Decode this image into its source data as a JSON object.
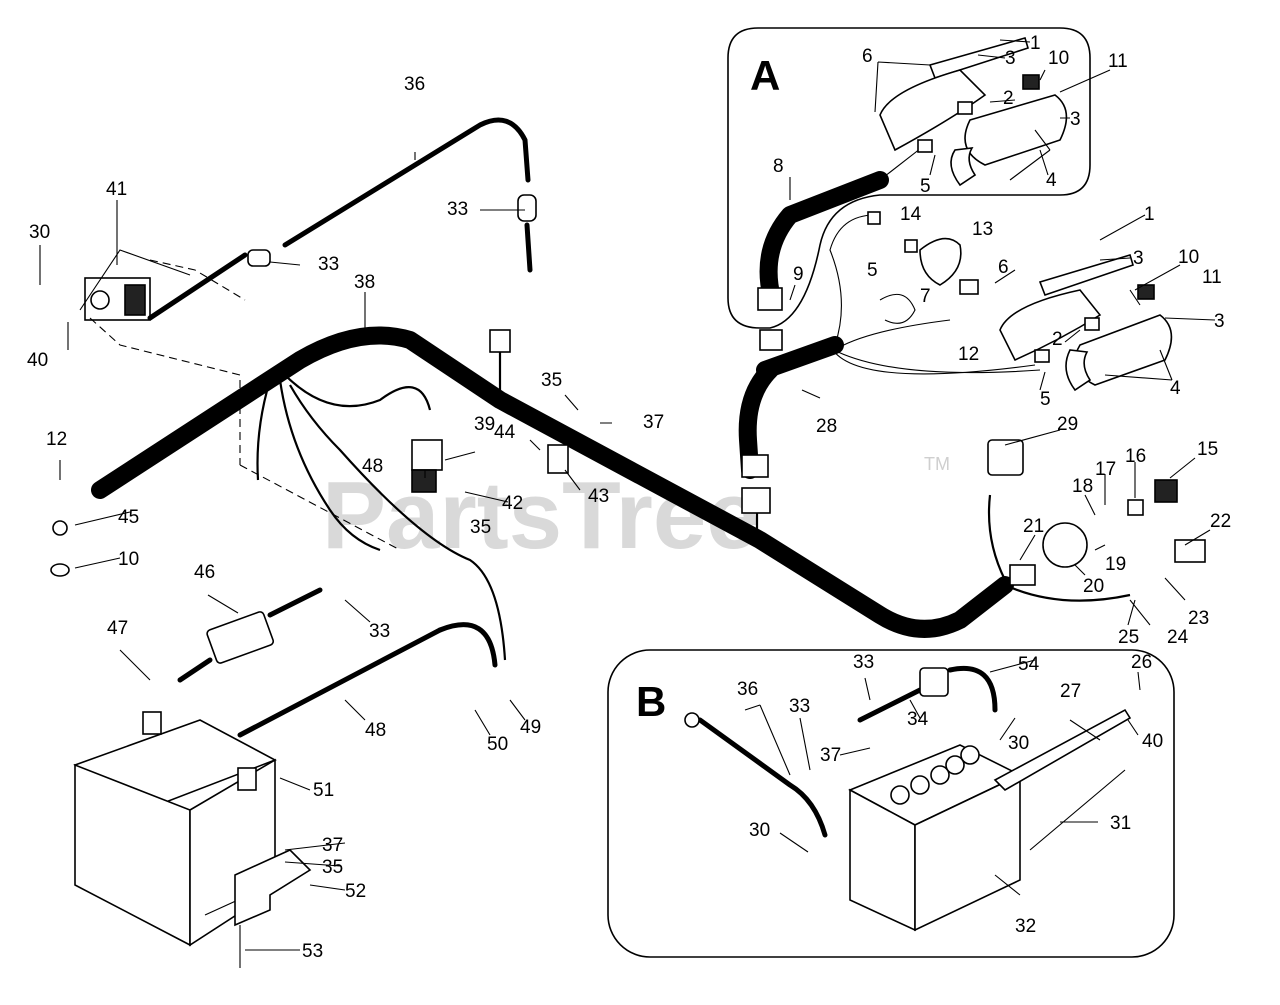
{
  "watermark": {
    "text": "PartsTree",
    "trademark": "TM"
  },
  "insets": {
    "a": {
      "letter": "A"
    },
    "b": {
      "letter": "B"
    }
  },
  "callouts": [
    {
      "id": "c01",
      "label": "1"
    },
    {
      "id": "c02",
      "label": "3"
    },
    {
      "id": "c03",
      "label": "6"
    },
    {
      "id": "c04",
      "label": "10"
    },
    {
      "id": "c05",
      "label": "11"
    },
    {
      "id": "c06",
      "label": "2"
    },
    {
      "id": "c07",
      "label": "3"
    },
    {
      "id": "c08",
      "label": "4"
    },
    {
      "id": "c09",
      "label": "5"
    },
    {
      "id": "c10",
      "label": "8"
    },
    {
      "id": "c11",
      "label": "9"
    },
    {
      "id": "c12",
      "label": "14"
    },
    {
      "id": "c13",
      "label": "13"
    },
    {
      "id": "c14",
      "label": "5"
    },
    {
      "id": "c15",
      "label": "7"
    },
    {
      "id": "c16",
      "label": "12"
    },
    {
      "id": "c17",
      "label": "1"
    },
    {
      "id": "c18",
      "label": "3"
    },
    {
      "id": "c19",
      "label": "6"
    },
    {
      "id": "c20",
      "label": "10"
    },
    {
      "id": "c21",
      "label": "11"
    },
    {
      "id": "c22",
      "label": "3"
    },
    {
      "id": "c23",
      "label": "2"
    },
    {
      "id": "c24",
      "label": "4"
    },
    {
      "id": "c25",
      "label": "5"
    },
    {
      "id": "c26",
      "label": "28"
    },
    {
      "id": "c27",
      "label": "29"
    },
    {
      "id": "c28",
      "label": "15"
    },
    {
      "id": "c29",
      "label": "16"
    },
    {
      "id": "c30",
      "label": "17"
    },
    {
      "id": "c31",
      "label": "18"
    },
    {
      "id": "c32",
      "label": "19"
    },
    {
      "id": "c33",
      "label": "20"
    },
    {
      "id": "c34",
      "label": "21"
    },
    {
      "id": "c35",
      "label": "22"
    },
    {
      "id": "c36",
      "label": "23"
    },
    {
      "id": "c37",
      "label": "24"
    },
    {
      "id": "c38",
      "label": "25"
    },
    {
      "id": "c39",
      "label": "36"
    },
    {
      "id": "c40",
      "label": "33"
    },
    {
      "id": "c41",
      "label": "33"
    },
    {
      "id": "c42",
      "label": "41"
    },
    {
      "id": "c43",
      "label": "30"
    },
    {
      "id": "c44",
      "label": "40"
    },
    {
      "id": "c45",
      "label": "38"
    },
    {
      "id": "c46",
      "label": "12"
    },
    {
      "id": "c47",
      "label": "45"
    },
    {
      "id": "c48",
      "label": "10"
    },
    {
      "id": "c49",
      "label": "35"
    },
    {
      "id": "c50",
      "label": "37"
    },
    {
      "id": "c51",
      "label": "44"
    },
    {
      "id": "c52",
      "label": "39"
    },
    {
      "id": "c53",
      "label": "48"
    },
    {
      "id": "c54",
      "label": "42"
    },
    {
      "id": "c55",
      "label": "35"
    },
    {
      "id": "c56",
      "label": "43"
    },
    {
      "id": "c57",
      "label": "46"
    },
    {
      "id": "c58",
      "label": "33"
    },
    {
      "id": "c59",
      "label": "47"
    },
    {
      "id": "c60",
      "label": "48"
    },
    {
      "id": "c61",
      "label": "50"
    },
    {
      "id": "c62",
      "label": "49"
    },
    {
      "id": "c63",
      "label": "51"
    },
    {
      "id": "c64",
      "label": "37"
    },
    {
      "id": "c65",
      "label": "35"
    },
    {
      "id": "c66",
      "label": "52"
    },
    {
      "id": "c67",
      "label": "53"
    },
    {
      "id": "c68",
      "label": "33"
    },
    {
      "id": "c69",
      "label": "54"
    },
    {
      "id": "c70",
      "label": "26"
    },
    {
      "id": "c71",
      "label": "36"
    },
    {
      "id": "c72",
      "label": "33"
    },
    {
      "id": "c73",
      "label": "34"
    },
    {
      "id": "c74",
      "label": "27"
    },
    {
      "id": "c75",
      "label": "37"
    },
    {
      "id": "c76",
      "label": "30"
    },
    {
      "id": "c77",
      "label": "40"
    },
    {
      "id": "c78",
      "label": "31"
    },
    {
      "id": "c79",
      "label": "30"
    },
    {
      "id": "c80",
      "label": "32"
    }
  ]
}
